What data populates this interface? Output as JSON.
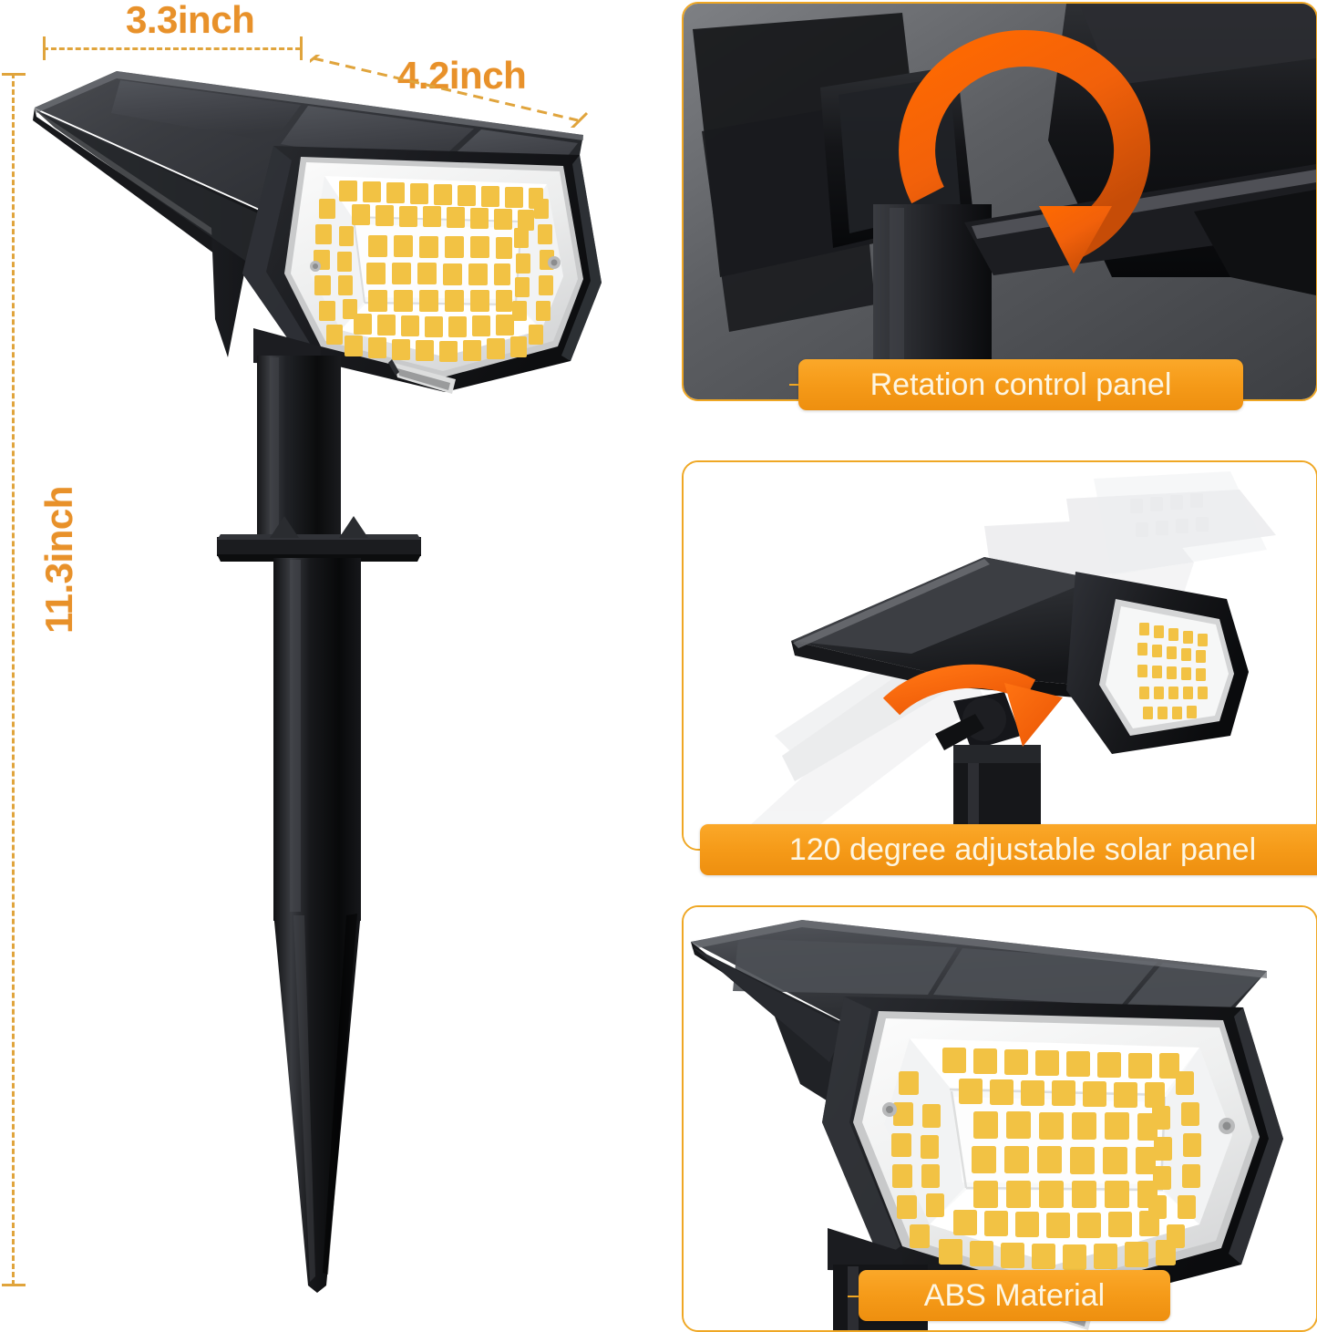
{
  "product": {
    "type": "solar-landscape-spotlight",
    "body_color": "#1a1a1c",
    "accent_color": "#F59A18",
    "led_color": "#F5C242",
    "dashed_line_color": "#E0A43C"
  },
  "dimensions": {
    "top_left": {
      "value": "3.3inch",
      "orientation": "horizontal"
    },
    "top_right": {
      "value": "4.2inch",
      "orientation": "diagonal"
    },
    "left": {
      "value": "11.3inch",
      "orientation": "vertical"
    }
  },
  "panels": [
    {
      "id": "rotation-control",
      "badge": "Retation control panel",
      "icon": "circular-rotation-arrow-icon"
    },
    {
      "id": "adjustable-solar-panel",
      "badge": "120 degree adjustable solar panel",
      "icon": "curved-rotation-arrow-icon"
    },
    {
      "id": "abs-material",
      "badge": "ABS Material",
      "icon": "led-head-icon"
    }
  ]
}
